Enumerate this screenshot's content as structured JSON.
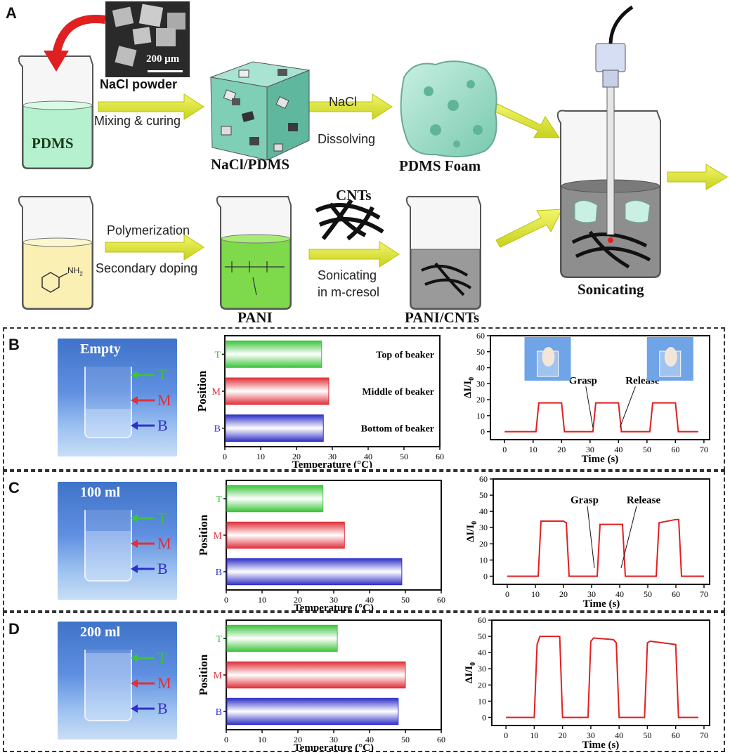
{
  "panels": {
    "A": "A",
    "B": "B",
    "C": "C",
    "D": "D"
  },
  "panelA": {
    "sem_scale": "200 μm",
    "nacl_powder": "NaCl powder",
    "pdms": "PDMS",
    "mixing_curing": "Mixing & curing",
    "nacl_pdms": "NaCl/PDMS",
    "nacl_dissolving_1": "NaCl",
    "nacl_dissolving_2": "Dissolving",
    "pdms_foam": "PDMS Foam",
    "polymerization": "Polymerization",
    "secondary_doping": "Secondary doping",
    "nh2": "NH",
    "nh2_sub": "2",
    "pani": "PANI",
    "cnts": "CNTs",
    "sonicating_1": "Sonicating",
    "sonicating_2": "in m-cresol",
    "pani_cnts": "PANI/CNTs",
    "sonicating": "Sonicating"
  },
  "photo_labels": {
    "T": "T",
    "M": "M",
    "B": "B"
  },
  "rows": [
    {
      "photo_title": "Empty"
    },
    {
      "photo_title": "100 ml"
    },
    {
      "photo_title": "200 ml"
    }
  ],
  "chart_data": [
    {
      "type": "bar",
      "orientation": "horizontal",
      "categories": [
        "T",
        "M",
        "B"
      ],
      "values": [
        27,
        29,
        27.5
      ],
      "annotations": [
        "Top of beaker",
        "Middle of beaker",
        "Bottom of beaker"
      ],
      "xlabel": "Temperature (°C)",
      "ylabel": "Position",
      "xlim": [
        0,
        60
      ],
      "xticks": [
        0,
        10,
        20,
        30,
        40,
        50,
        60
      ],
      "category_colors": [
        "#3cc43c",
        "#e0303a",
        "#3030c8"
      ]
    },
    {
      "type": "line",
      "x": [
        0,
        10,
        11,
        12,
        19,
        20,
        21,
        30,
        31,
        32,
        39,
        40,
        41,
        50,
        51,
        52,
        59,
        60,
        61,
        68
      ],
      "y": [
        0,
        0,
        0,
        18,
        18,
        18,
        0,
        0,
        0,
        18,
        18,
        18,
        0,
        0,
        0,
        18,
        18,
        18,
        0,
        0
      ],
      "xlabel": "Time (s)",
      "ylabel": "ΔI/I",
      "ylabel_sub": "0",
      "xlim": [
        -5,
        72
      ],
      "ylim": [
        -5,
        60
      ],
      "xticks": [
        0,
        10,
        20,
        30,
        40,
        50,
        60,
        70
      ],
      "yticks": [
        0,
        10,
        20,
        30,
        40,
        50,
        60
      ],
      "annotations": [
        "Grasp",
        "Release"
      ],
      "color": "#e02020"
    },
    {
      "type": "bar",
      "orientation": "horizontal",
      "categories": [
        "T",
        "M",
        "B"
      ],
      "values": [
        27,
        33,
        49
      ],
      "xlabel": "Temperature (°C)",
      "ylabel": "Position",
      "xlim": [
        0,
        60
      ],
      "xticks": [
        0,
        10,
        20,
        30,
        40,
        50,
        60
      ],
      "category_colors": [
        "#3cc43c",
        "#e0303a",
        "#3030c8"
      ]
    },
    {
      "type": "line",
      "x": [
        0,
        10,
        11,
        12,
        20,
        21,
        22,
        31,
        32,
        33,
        40,
        41,
        42,
        52,
        53,
        54,
        60,
        61,
        62,
        70
      ],
      "y": [
        0,
        0,
        0,
        34,
        34,
        33,
        0,
        0,
        0,
        32,
        32,
        32,
        0,
        0,
        0,
        33,
        35,
        35,
        0,
        0
      ],
      "xlabel": "Time (s)",
      "ylabel": "ΔI/I",
      "ylabel_sub": "0",
      "xlim": [
        -5,
        72
      ],
      "ylim": [
        -5,
        60
      ],
      "xticks": [
        0,
        10,
        20,
        30,
        40,
        50,
        60,
        70
      ],
      "yticks": [
        0,
        10,
        20,
        30,
        40,
        50,
        60
      ],
      "annotations": [
        "Grasp",
        "Release"
      ],
      "color": "#e02020"
    },
    {
      "type": "bar",
      "orientation": "horizontal",
      "categories": [
        "T",
        "M",
        "B"
      ],
      "values": [
        31,
        50,
        48
      ],
      "xlabel": "Temperature (°C)",
      "ylabel": "Position",
      "xlim": [
        0,
        60
      ],
      "xticks": [
        0,
        10,
        20,
        30,
        40,
        50,
        60
      ],
      "category_colors": [
        "#3cc43c",
        "#e0303a",
        "#3030c8"
      ]
    },
    {
      "type": "line",
      "x": [
        0,
        9,
        10,
        11,
        12,
        19,
        20,
        21,
        28,
        29,
        30,
        31,
        38,
        39,
        40,
        48,
        49,
        50,
        51,
        60,
        61,
        62,
        68
      ],
      "y": [
        0,
        0,
        0,
        45,
        50,
        50,
        0,
        0,
        0,
        0,
        47,
        49,
        48,
        46,
        0,
        0,
        0,
        46,
        47,
        45,
        0,
        0,
        0
      ],
      "xlabel": "Time (s)",
      "ylabel": "ΔI/I",
      "ylabel_sub": "0",
      "xlim": [
        -5,
        72
      ],
      "ylim": [
        -5,
        60
      ],
      "xticks": [
        0,
        10,
        20,
        30,
        40,
        50,
        60,
        70
      ],
      "yticks": [
        0,
        10,
        20,
        30,
        40,
        50,
        60
      ],
      "color": "#e02020"
    }
  ]
}
